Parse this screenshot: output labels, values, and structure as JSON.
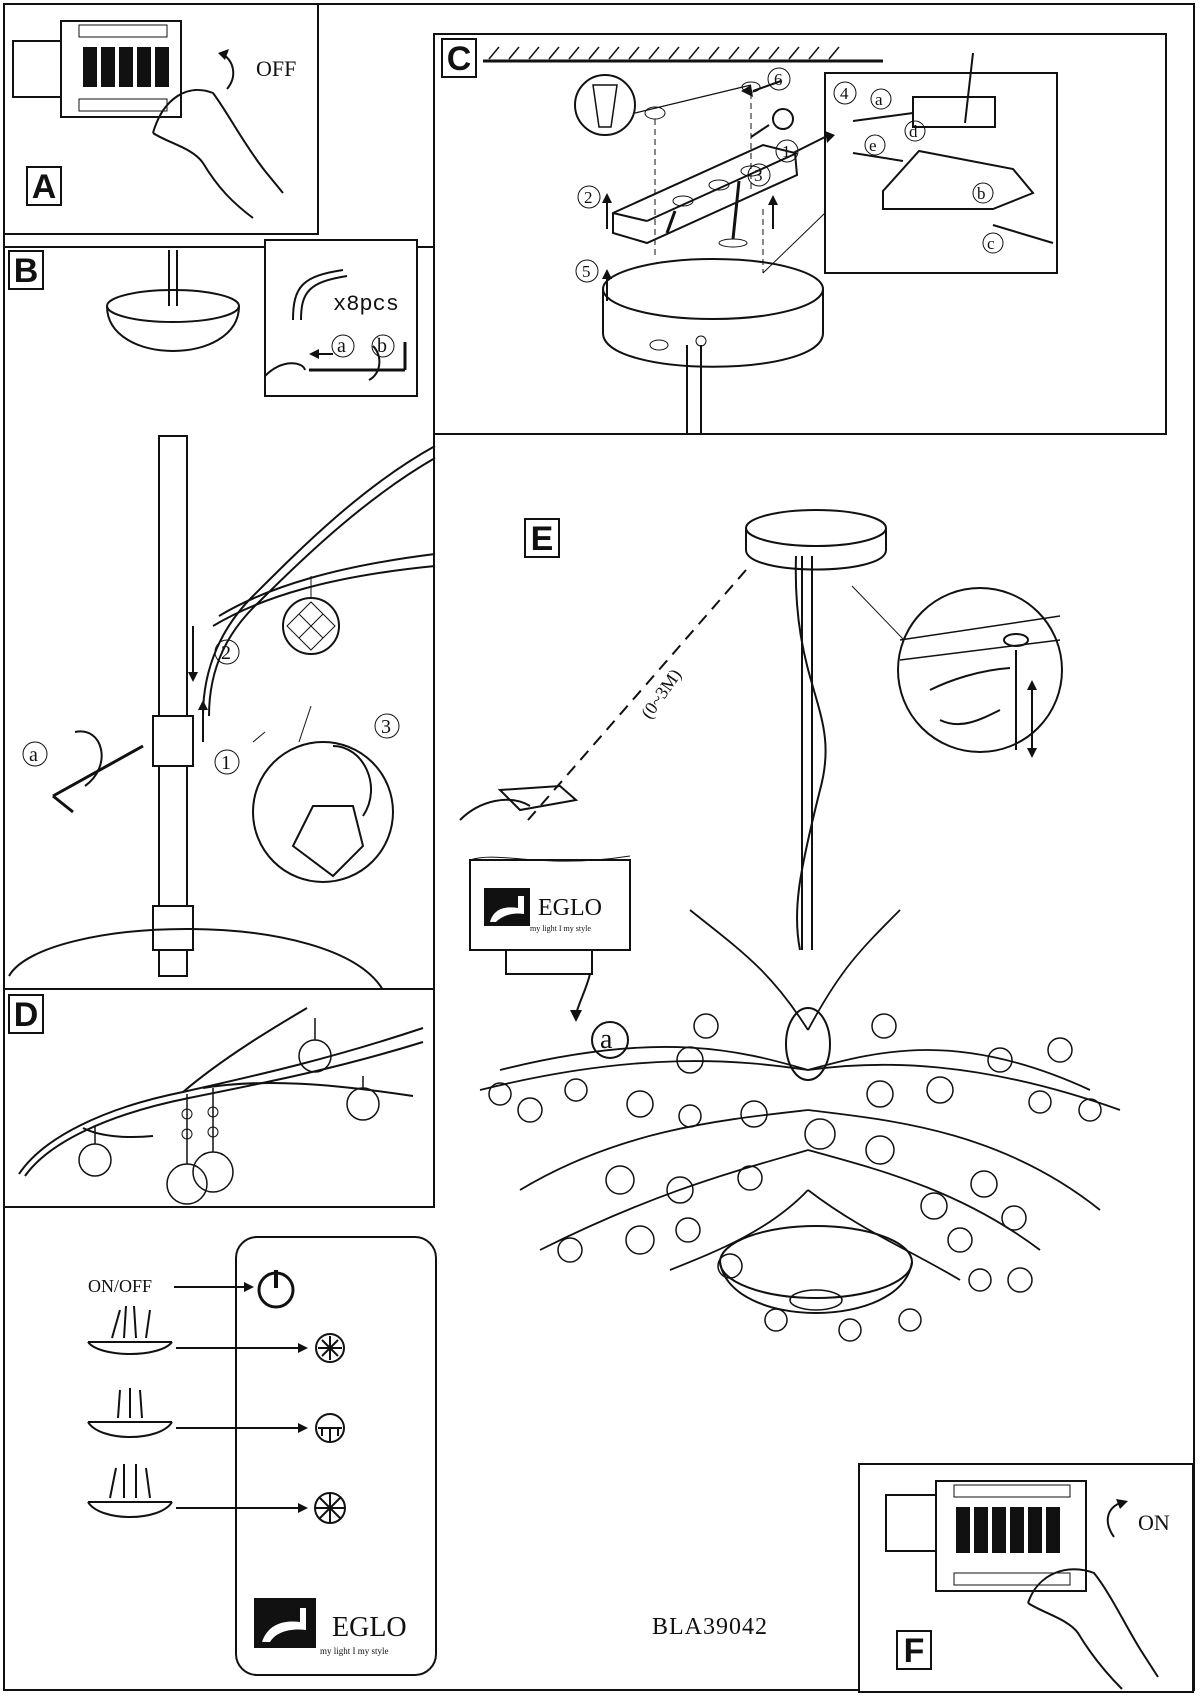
{
  "panels": {
    "a": {
      "label": "A",
      "switch_text": "OFF"
    },
    "b": {
      "label": "B",
      "count_text": "x8pcs",
      "step1": "1",
      "step2": "2",
      "step3": "3",
      "tool_a": "a",
      "tool_b": "b"
    },
    "c": {
      "label": "C",
      "steps": [
        "1",
        "2",
        "3",
        "4",
        "5",
        "6"
      ],
      "letters": [
        "a",
        "b",
        "c",
        "d",
        "e"
      ]
    },
    "d": {
      "label": "D"
    },
    "e": {
      "label": "E",
      "distance": "(0~3M)",
      "remote_step": "a"
    },
    "f": {
      "label": "F",
      "switch_text": "ON"
    }
  },
  "remote": {
    "onoff_label": "ON/OFF",
    "brand": "EGLO",
    "tagline": "my light I my style"
  },
  "model_number": "BLA39042",
  "icons": [
    "power-icon",
    "full-light-icon",
    "down-light-icon",
    "all-light-icon",
    "eglo-logo"
  ]
}
